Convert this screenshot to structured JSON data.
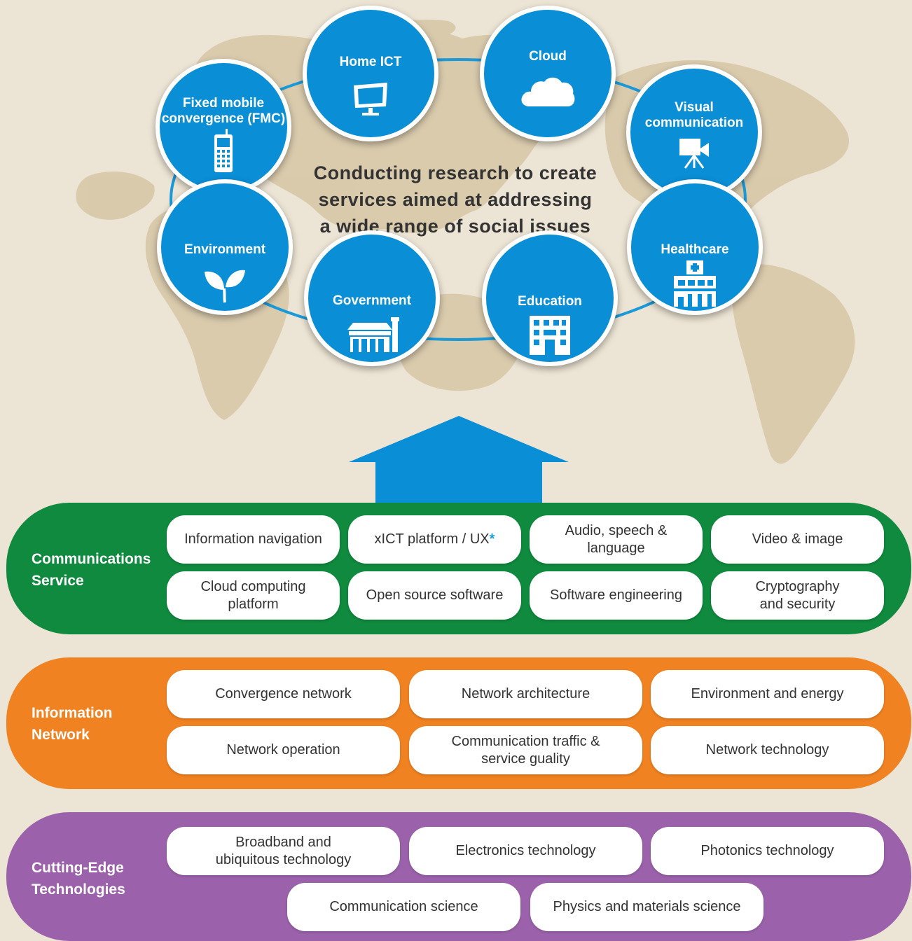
{
  "headline": "Conducting research to create\nservices aimed at addressing\na wide range of social issues",
  "circles": [
    {
      "label": "Home ICT",
      "icon": "monitor-icon"
    },
    {
      "label": "Cloud",
      "icon": "cloud-icon"
    },
    {
      "label": "Fixed mobile\nconvergence (FMC)",
      "icon": "mobile-phone-icon"
    },
    {
      "label": "Visual\ncommunication",
      "icon": "video-camera-icon"
    },
    {
      "label": "Environment",
      "icon": "leaf-sprout-icon"
    },
    {
      "label": "Healthcare",
      "icon": "hospital-icon"
    },
    {
      "label": "Government",
      "icon": "government-building-icon"
    },
    {
      "label": "Education",
      "icon": "school-building-icon"
    }
  ],
  "bands": {
    "communications": {
      "title": "Communications\nService",
      "color": "#0f8a3e",
      "items": [
        "Information navigation",
        "xICT platform / UX",
        "Audio, speech &\nlanguage",
        "Video & image",
        "Cloud computing\nplatform",
        "Open source software",
        "Software engineering",
        "Cryptography\nand security"
      ],
      "asterisk": "*"
    },
    "network": {
      "title": "Information\nNetwork",
      "color": "#f08221",
      "items": [
        "Convergence network",
        "Network architecture",
        "Environment and energy",
        "Network operation",
        "Communication traffic &\nservice guality",
        "Network technology"
      ]
    },
    "cutting": {
      "title": "Cutting-Edge\nTechnologies",
      "color": "#9b62ab",
      "items": [
        "Broadband and\nubiquitous technology",
        "Electronics technology",
        "Photonics technology",
        "Communication science",
        "Physics and materials science"
      ]
    }
  },
  "colors": {
    "background": "#ece4d4",
    "land": "#d8c8a8",
    "circle": "#0a8ed6",
    "arrow": "#0a8ed6",
    "ring": "#1a9ad8"
  }
}
